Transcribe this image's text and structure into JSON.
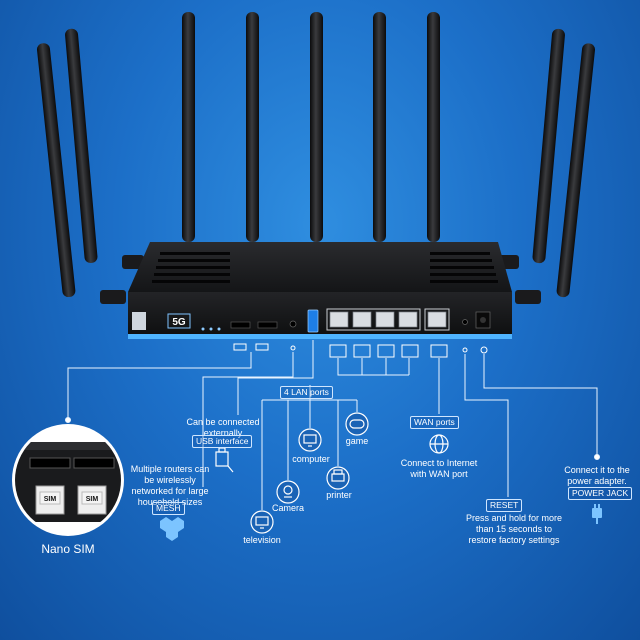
{
  "device": {
    "brand_badge": "5G",
    "antenna_count": 9,
    "colors": {
      "body": "#1b1c1e",
      "accent_strip": "#4fb4ff",
      "background": "#1c6fc8",
      "lines": "#e8f2ff"
    }
  },
  "callouts": {
    "nano_sim": "Nano SIM",
    "sim_card_left": "SIM",
    "sim_card_right": "SIM",
    "mesh_desc": "Multiple routers can be wirelessly networked for large household sizes",
    "mesh_tag": "MESH",
    "usb_desc": "Can be connected externally",
    "usb_tag": "USB interface",
    "lan_tag": "4 LAN ports",
    "television": "television",
    "camera": "Camera",
    "computer": "computer",
    "printer": "printer",
    "game": "game",
    "wan_tag": "WAN ports",
    "wan_desc": "Connect to Internet with WAN port",
    "reset_tag": "RESET",
    "reset_desc": "Press and hold for more than 15 seconds to restore factory settings",
    "power_desc": "Connect it to the power adapter.",
    "power_tag": "POWER JACK"
  }
}
